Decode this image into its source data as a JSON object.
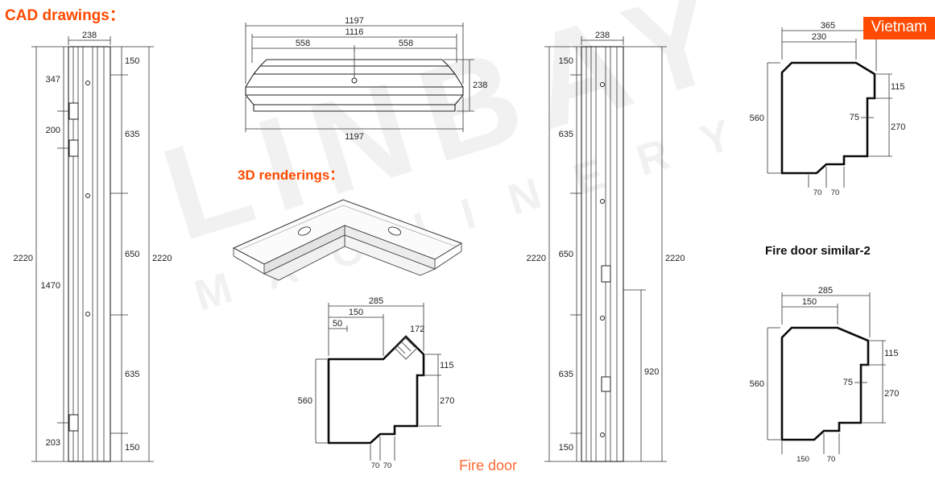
{
  "page": {
    "title": "CAD drawings：",
    "renderings_label": "3D renderings：",
    "badge": "Vietnam",
    "caption_fire_door": "Fire door",
    "caption_similar2": "Fire door similar-2"
  },
  "watermark": {
    "line1": "LINBAY",
    "line2": "MACHINERY"
  },
  "colors": {
    "accent": "#ff4a00",
    "caption_orange": "#ff6a33",
    "caption_dark": "#111111",
    "badge_bg": "#ff4a00",
    "badge_text": "#ffffff",
    "line": "#1a1a1a",
    "watermark": "rgba(0,0,0,0.055)"
  },
  "drawings": {
    "left_jamb": {
      "top_width": "238",
      "left_chain": [
        "347",
        "200",
        "1470",
        "203"
      ],
      "left_overall": "2220",
      "right_chain": [
        "150",
        "635",
        "650",
        "635",
        "150"
      ],
      "right_overall": "2220"
    },
    "head_profile": {
      "top_overall": "1197",
      "inner_width": "1116",
      "half_left": "558",
      "half_right": "558",
      "height": "238",
      "bottom_overall": "1197"
    },
    "fire_door_section": {
      "top_overall": "285",
      "top_face": "150",
      "stub": "50",
      "flange": "172",
      "right_upper": "115",
      "right_lower": "270",
      "left_height": "560",
      "bottom_left": "70",
      "bottom_right": "70"
    },
    "right_jamb": {
      "top_width": "238",
      "left_chain": [
        "150",
        "635",
        "650",
        "635",
        "150"
      ],
      "left_overall": "2220",
      "right_overall": "2220",
      "right_partial": "920"
    },
    "similar1_section": {
      "top_overall": "365",
      "top_face": "230",
      "right_upper": "115",
      "step": "75",
      "right_lower": "270",
      "left_height": "560",
      "bottom_left": "70",
      "bottom_right": "70"
    },
    "similar2_section": {
      "top_overall": "285",
      "top_face": "150",
      "right_upper": "115",
      "step": "75",
      "right_lower": "270",
      "left_height": "560",
      "bottom_left": "150",
      "bottom_right": "70"
    }
  }
}
